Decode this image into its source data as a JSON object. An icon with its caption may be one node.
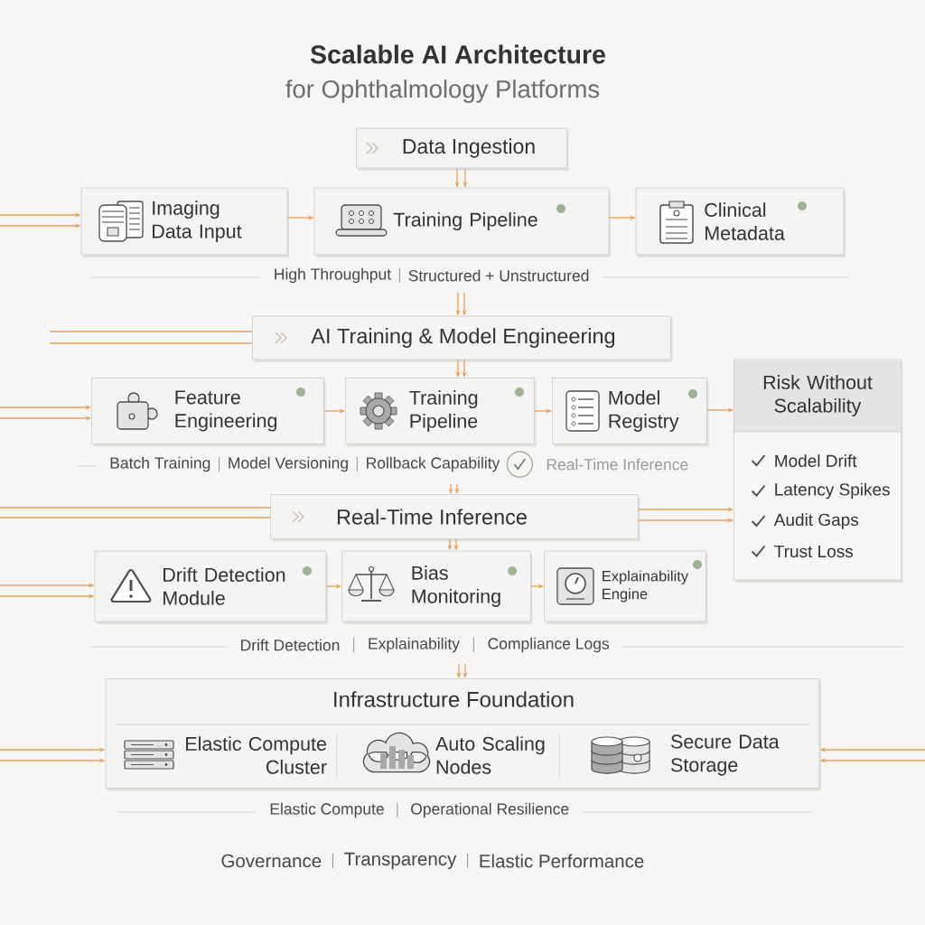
{
  "diagram": {
    "title": "Scalable AI Architecture",
    "nodes": [
      {
        "text": [
          "Data Ingestion"
        ]
      },
      {
        "text": [
          "Imaging Data Input"
        ]
      },
      {
        "text": [
          "Training Pipeline"
        ]
      },
      {
        "text": [
          "Clinical Metadata"
        ]
      },
      {
        "text": [
          "AI Training & Model Engineering"
        ]
      },
      {
        "text": [
          "Feature Engineering"
        ]
      },
      {
        "text": [
          "Training Pipeline"
        ]
      },
      {
        "text": [
          "Model Registry"
        ]
      },
      {
        "text": [
          "Risk Without Scalability",
          "Model Drift",
          "Latency Spikes",
          "Audit Gaps",
          "Trust Loss"
        ]
      },
      {
        "text": [
          "Real-Time Inference"
        ]
      },
      {
        "text": [
          "Drift Detection Module"
        ]
      },
      {
        "text": [
          "Bias Monitoring"
        ]
      },
      {
        "text": [
          "Explainability Engine"
        ]
      },
      {
        "text": [
          "Infrastructure Foundation"
        ]
      },
      {
        "text": [
          "Elastic Compute Cluster"
        ],
        "in": 13
      },
      {
        "text": [
          "Auto Scaling Nodes"
        ],
        "in": 13
      },
      {
        "text": [
          "Secure Data Storage"
        ],
        "in": 13
      }
    ],
    "edges": [
      {
        "from": null,
        "to": 1,
        "arrow": "to"
      },
      {
        "from": null,
        "to": 1,
        "arrow": "to"
      },
      {
        "from": 0,
        "to": 2,
        "arrow": "to"
      },
      {
        "from": 0,
        "to": 2,
        "arrow": "to"
      },
      {
        "from": 1,
        "to": 2,
        "arrow": "to"
      },
      {
        "from": 2,
        "to": 3,
        "arrow": "to"
      },
      {
        "from": null,
        "to": 4,
        "arrow": "to"
      },
      {
        "from": null,
        "to": 4,
        "arrow": "to"
      },
      {
        "from": null,
        "to": 4,
        "arrow": "none"
      },
      {
        "from": null,
        "to": 4,
        "arrow": "none"
      },
      {
        "from": 4,
        "to": 6,
        "arrow": "to"
      },
      {
        "from": 4,
        "to": 6,
        "arrow": "to"
      },
      {
        "from": null,
        "to": 5,
        "arrow": "to"
      },
      {
        "from": null,
        "to": 5,
        "arrow": "to"
      },
      {
        "from": 5,
        "to": 6,
        "arrow": "to"
      },
      {
        "from": 6,
        "to": 7,
        "arrow": "to"
      },
      {
        "from": 7,
        "to": 8,
        "arrow": "to"
      },
      {
        "from": null,
        "to": 9,
        "arrow": "to"
      },
      {
        "from": null,
        "to": 9,
        "arrow": "to"
      },
      {
        "from": null,
        "to": 9,
        "arrow": "none"
      },
      {
        "from": null,
        "to": 9,
        "arrow": "none"
      },
      {
        "from": 9,
        "to": 8,
        "arrow": "to"
      },
      {
        "from": 9,
        "to": 8,
        "arrow": "to"
      },
      {
        "from": 9,
        "to": 11,
        "arrow": "to"
      },
      {
        "from": 9,
        "to": 11,
        "arrow": "to"
      },
      {
        "from": null,
        "to": 10,
        "arrow": "to"
      },
      {
        "from": null,
        "to": 10,
        "arrow": "to"
      },
      {
        "from": 10,
        "to": 11,
        "arrow": "to"
      },
      {
        "from": 11,
        "to": 12,
        "arrow": "to"
      },
      {
        "from": null,
        "to": 13,
        "arrow": "to"
      },
      {
        "from": null,
        "to": 13,
        "arrow": "to"
      },
      {
        "from": null,
        "to": 13,
        "arrow": "to"
      },
      {
        "from": null,
        "to": 13,
        "arrow": "to"
      },
      {
        "from": null,
        "to": 13,
        "arrow": "to"
      },
      {
        "from": null,
        "to": 13,
        "arrow": "to"
      }
    ],
    "labels": [
      "for Ophthalmology Platforms",
      "High Throughput",
      "Structured + Unstructured",
      "Batch Training",
      "Model Versioning",
      "Rollback Capability",
      "Real-Time Inference",
      "Drift Detection",
      "Explainability",
      "Compliance Logs",
      "Elastic Compute",
      "Operational Resilience",
      "Governance",
      "Transparency",
      "Elastic Performance"
    ]
  }
}
